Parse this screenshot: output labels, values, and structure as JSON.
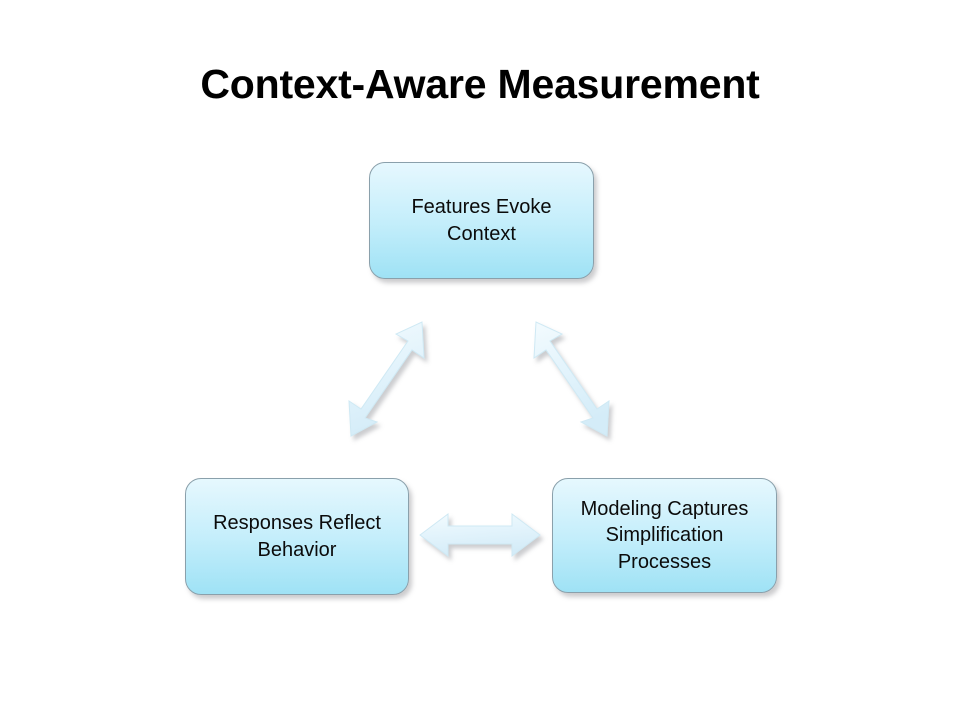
{
  "slide": {
    "title": "Context-Aware Measurement",
    "background_color": "#ffffff",
    "title_color": "#000000"
  },
  "diagram": {
    "type": "cycle-triangle",
    "node_fill_top_color": "#e6f8fe",
    "node_fill_bottom_color": "#9fe2f5",
    "node_border_color": "#8aa0ab",
    "arrow_fill_color": "#e2f2fb",
    "nodes": [
      {
        "id": "features-evoke-context",
        "label": "Features Evoke\nContext",
        "position": "top"
      },
      {
        "id": "responses-reflect-behavior",
        "label": "Responses Reflect\nBehavior",
        "position": "bottom-left"
      },
      {
        "id": "modeling-captures-simplification-processes",
        "label": "Modeling Captures\nSimplification\nProcesses",
        "position": "bottom-right"
      }
    ],
    "connectors": [
      {
        "id": "top-to-bottom-left",
        "icon": "double-arrow-diagonal-icon",
        "direction": "bidirectional",
        "orientation": "diagonal-down-left",
        "from": "features-evoke-context",
        "to": "responses-reflect-behavior"
      },
      {
        "id": "top-to-bottom-right",
        "icon": "double-arrow-diagonal-icon",
        "direction": "bidirectional",
        "orientation": "diagonal-down-right",
        "from": "features-evoke-context",
        "to": "modeling-captures-simplification-processes"
      },
      {
        "id": "bottom-left-to-bottom-right",
        "icon": "double-arrow-horizontal-icon",
        "direction": "bidirectional",
        "orientation": "horizontal",
        "from": "responses-reflect-behavior",
        "to": "modeling-captures-simplification-processes"
      }
    ]
  }
}
